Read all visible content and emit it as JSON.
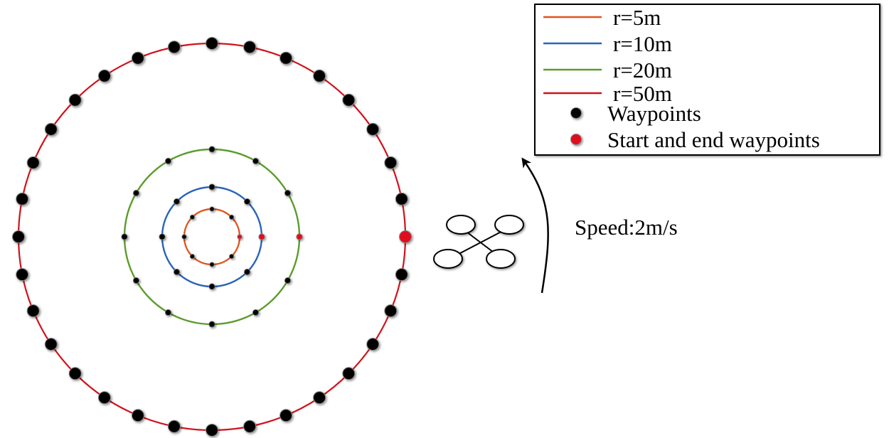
{
  "diagram": {
    "circles": [
      {
        "id": "r5",
        "radius_m": 5,
        "color": "#e0531f",
        "waypoint_count": 8
      },
      {
        "id": "r10",
        "radius_m": 10,
        "color": "#2a64b8",
        "waypoint_count": 8
      },
      {
        "id": "r20",
        "radius_m": 20,
        "color": "#5b9c2c",
        "waypoint_count": 12
      },
      {
        "id": "r50",
        "radius_m": 50,
        "color": "#d0121b",
        "waypoint_count": 32
      }
    ],
    "waypoint_color": "#000000",
    "start_end_color": "#e0101a",
    "legend": {
      "items": [
        {
          "kind": "line",
          "color": "#e0531f",
          "label": "r=5m"
        },
        {
          "kind": "line",
          "color": "#2a64b8",
          "label": "r=10m"
        },
        {
          "kind": "line",
          "color": "#5b9c2c",
          "label": "r=20m"
        },
        {
          "kind": "line",
          "color": "#d0121b",
          "label": "r=50m"
        },
        {
          "kind": "dot",
          "color": "#000000",
          "label": "Waypoints"
        },
        {
          "kind": "dot",
          "color": "#e0101a",
          "label": "Start and end waypoints"
        }
      ]
    },
    "speed_label": "Speed:2m/s",
    "drone_icon": "quadcopter-icon",
    "direction": "counter-clockwise"
  }
}
